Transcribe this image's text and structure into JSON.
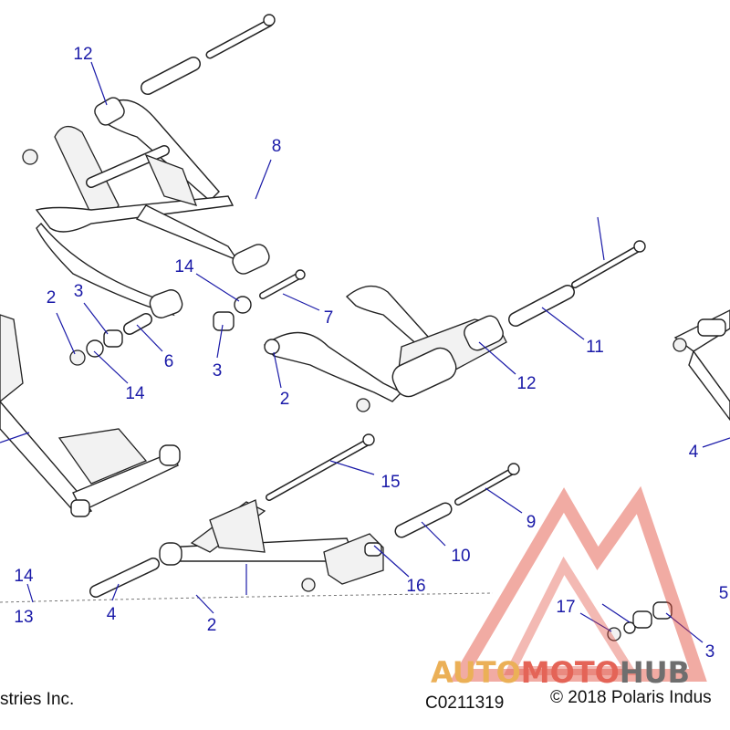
{
  "callouts": {
    "c12a": "12",
    "c8": "8",
    "c14a": "14",
    "c7": "7",
    "c2a": "2",
    "c3a": "3",
    "c6": "6",
    "c14b": "14",
    "c3b": "3",
    "c2b": "2",
    "c12b": "12",
    "c11": "11",
    "c4a": "4",
    "c15": "15",
    "c9": "9",
    "c10": "10",
    "c16": "16",
    "c14c": "14",
    "c13": "13",
    "c4b": "4",
    "c2c": "2",
    "c17": "17",
    "c3c": "3",
    "c5": "5"
  },
  "footer": {
    "left_text": "stries Inc.",
    "diagram_code": "C0211319",
    "copyright": "© 2018 Polaris Indus"
  },
  "watermark": {
    "text_part1": "AUTO",
    "text_part2": "MOTO",
    "text_part3": "HUB",
    "color_primary": "#e8a33a",
    "color_secondary": "#e04a3a",
    "color_dark": "#555555"
  }
}
